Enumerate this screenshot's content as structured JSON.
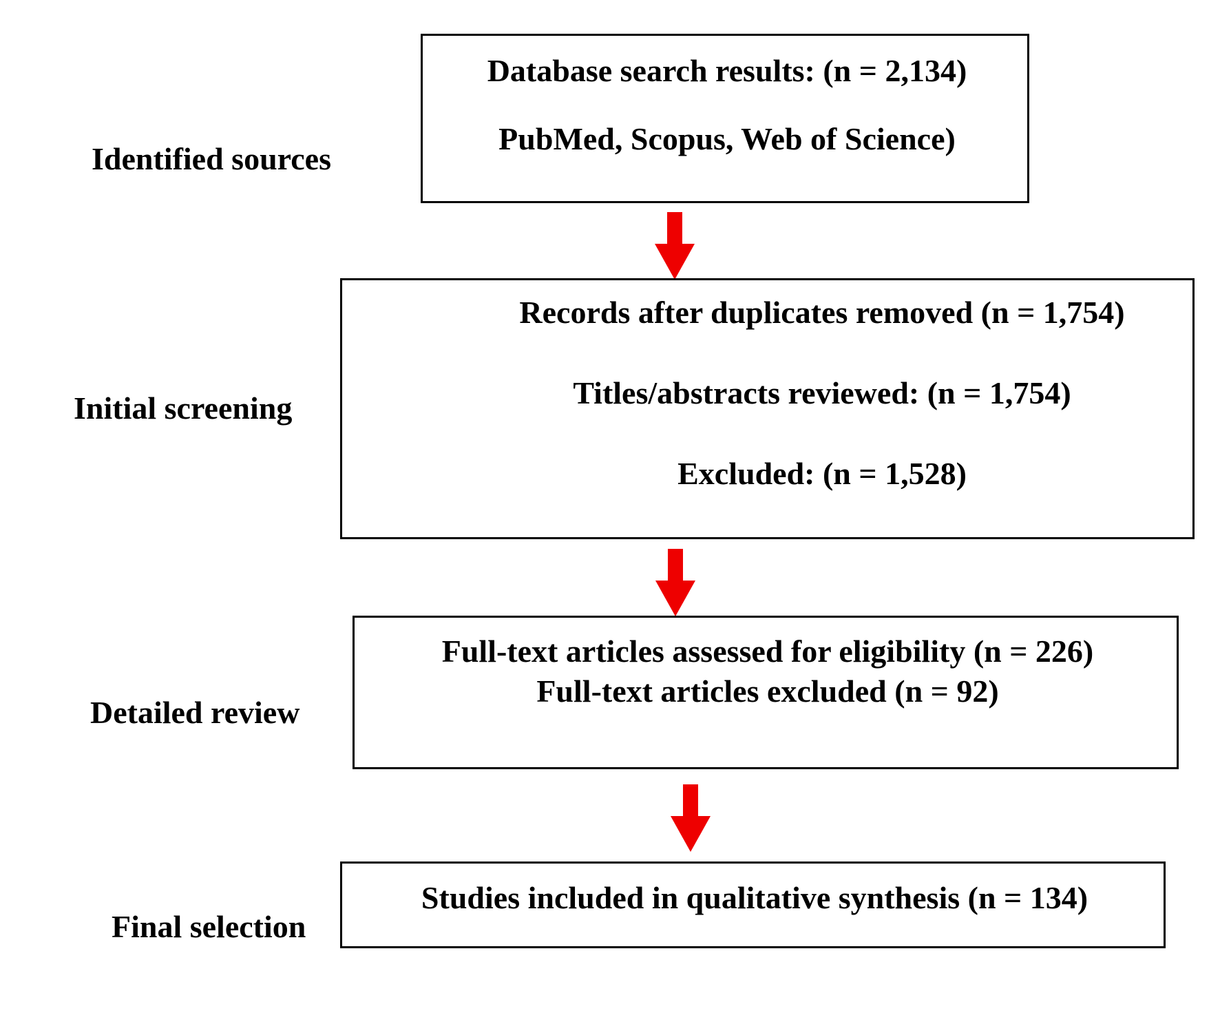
{
  "stages": {
    "identified": "Identified sources",
    "screening": "Initial screening",
    "review": "Detailed review",
    "final": "Final selection"
  },
  "boxes": {
    "search": {
      "line1": "Database search results: (n = 2,134)",
      "line2": "PubMed, Scopus, Web of Science)"
    },
    "screening": {
      "line1": "Records after duplicates removed (n = 1,754)",
      "line2": "Titles/abstracts reviewed: (n = 1,754)",
      "line3": "Excluded: (n = 1,528)"
    },
    "review": {
      "line1": "Full-text articles assessed for eligibility (n = 226)",
      "line2": "Full-text articles excluded (n = 92)"
    },
    "final": {
      "line1": "Studies included in qualitative synthesis (n = 134)"
    }
  },
  "colors": {
    "arrow": "#ee0000",
    "border": "#000000",
    "text": "#000000"
  }
}
